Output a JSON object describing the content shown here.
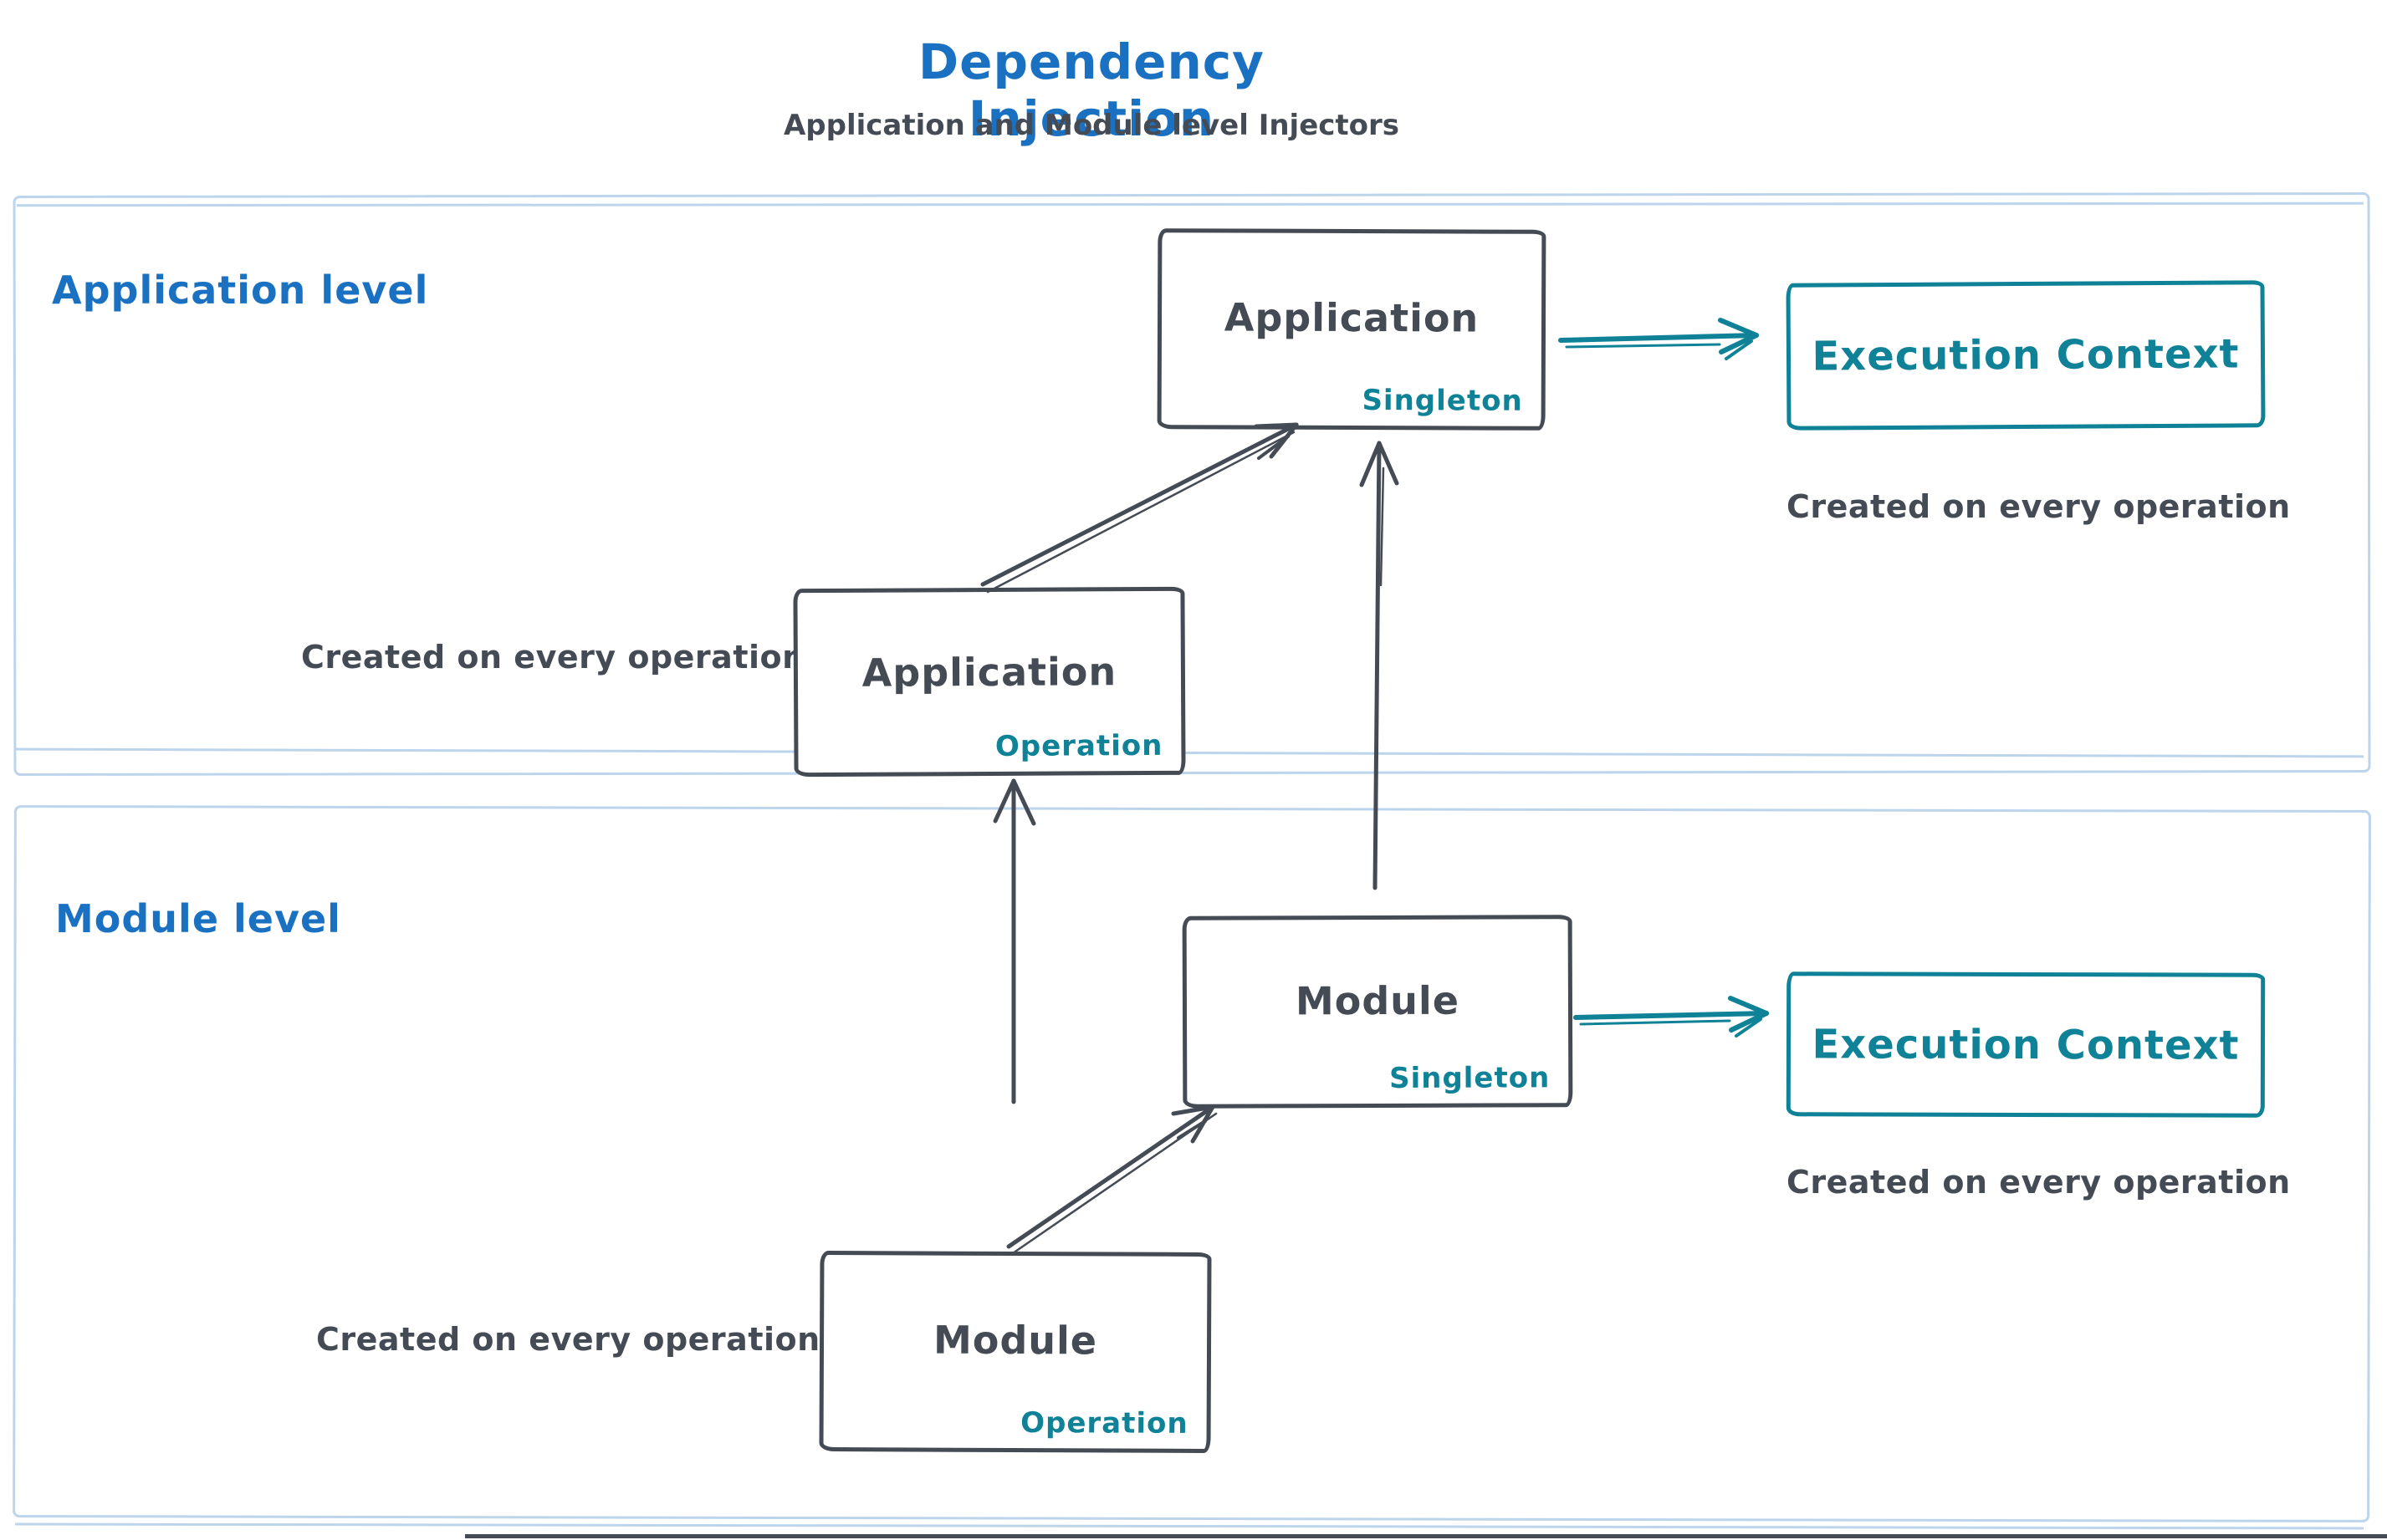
{
  "title": "Dependency Injection",
  "subtitle": "Application and Module level Injectors",
  "sections": {
    "application": {
      "label": "Application level"
    },
    "module": {
      "label": "Module level"
    }
  },
  "boxes": {
    "app_singleton": {
      "label": "Application",
      "tag": "Singleton"
    },
    "app_operation": {
      "label": "Application",
      "tag": "Operation"
    },
    "exec_context_app": {
      "label": "Execution Context"
    },
    "module_singleton": {
      "label": "Module",
      "tag": "Singleton"
    },
    "module_operation": {
      "label": "Module",
      "tag": "Operation"
    },
    "exec_context_module": {
      "label": "Execution Context"
    }
  },
  "captions": {
    "exec_context_app": "Created on every operation",
    "app_operation": "Created on every operation",
    "exec_context_module": "Created on every operation",
    "module_operation": "Created on every operation"
  },
  "arrows": [
    {
      "from": "app_operation",
      "to": "app_singleton",
      "color": "#454b54"
    },
    {
      "from": "module_singleton",
      "to": "app_singleton",
      "color": "#454b54"
    },
    {
      "from": "app_singleton",
      "to": "exec_context_app",
      "color": "#0f8298"
    },
    {
      "from": "module_operation",
      "to": "app_operation",
      "color": "#454b54"
    },
    {
      "from": "module_operation",
      "to": "module_singleton",
      "color": "#454b54"
    },
    {
      "from": "module_singleton",
      "to": "exec_context_module",
      "color": "#0f8298"
    }
  ],
  "colors": {
    "accent_blue": "#1b71c1",
    "ink_dark": "#454b54",
    "accent_teal": "#0f8298",
    "frame_blue": "#bcd4ec"
  }
}
